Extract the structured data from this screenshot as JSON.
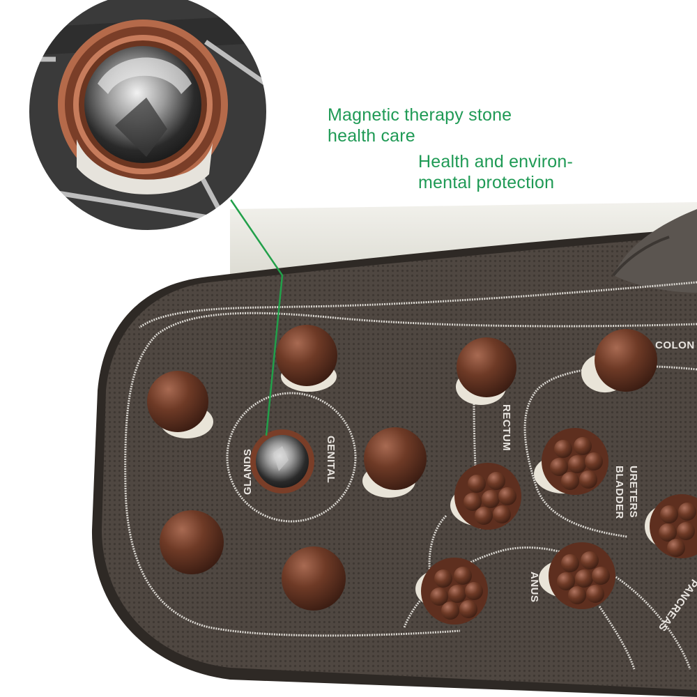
{
  "captions": {
    "primary": {
      "line1": "Magnetic therapy stone",
      "line2": "health care"
    },
    "secondary": {
      "line1": "Health and environ-",
      "line2": "mental protection"
    }
  },
  "insole_labels": {
    "genital": "GENITAL",
    "glands": "GLANDS",
    "rectum": "RECTUM",
    "ureters": "URETERS",
    "bladder": "BLADDER",
    "colon": "COLON",
    "anus": "ANUS",
    "pancreas": "PANCREAS"
  },
  "colors": {
    "caption_text": "#1f9a55",
    "callout_line": "#22a04a",
    "insole": "#4e4640",
    "nub": "#6b3826",
    "wall": "#e9e8e0"
  }
}
